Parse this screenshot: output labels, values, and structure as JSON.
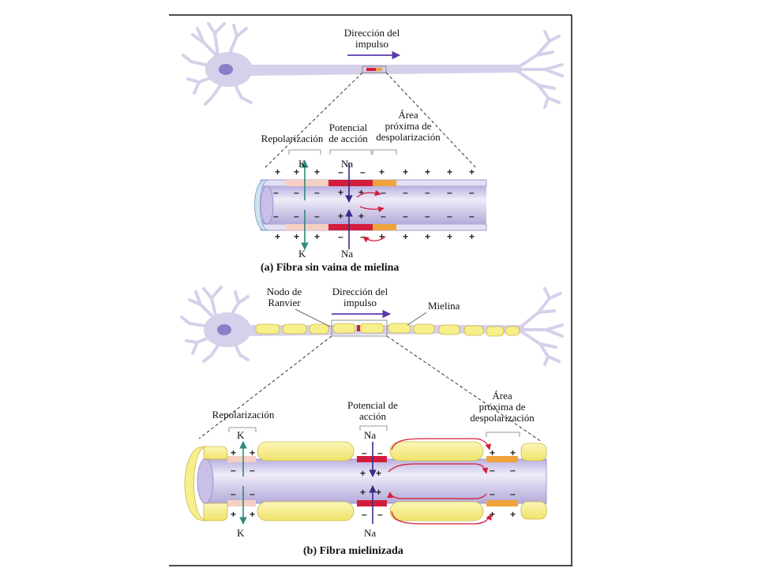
{
  "panel_a": {
    "direction_line1": "Dirección del",
    "direction_line2": "impulso",
    "repolarization": "Repolarización",
    "action_potential_line1": "Potencial",
    "action_potential_line2": "de acción",
    "area_line1": "Área",
    "area_line2": "próxima de",
    "area_line3": "despolarización",
    "k_label": "K",
    "na_label": "Na",
    "caption": "(a) Fibra sin vaina de mielina"
  },
  "panel_b": {
    "node_line1": "Nodo de",
    "node_line2": "Ranvier",
    "direction_line1": "Dirección del",
    "direction_line2": "impulso",
    "myelin": "Mielina",
    "repolarization": "Repolarización",
    "action_potential_line1": "Potencial de",
    "action_potential_line2": "acción",
    "area_line1": "Área",
    "area_line2": "próxima de",
    "area_line3": "despolarización",
    "k_label": "K",
    "na_label": "Na",
    "caption": "(b) Fibra mielinizada"
  },
  "colors": {
    "neuron": "#d6d0ea",
    "nucleus": "#8a7fc8",
    "axon_fill": "#cfc6ea",
    "myelin": "#f7ef8a",
    "action_potential": "#d41c3c",
    "depolarizing": "#f0a33a",
    "repolarizing": "#f6cfc2",
    "k_arrow": "#2e8a7a",
    "na_arrow": "#3a2a8a",
    "local_current": "#d41c3c",
    "direction_arrow": "#5a3aa8"
  }
}
